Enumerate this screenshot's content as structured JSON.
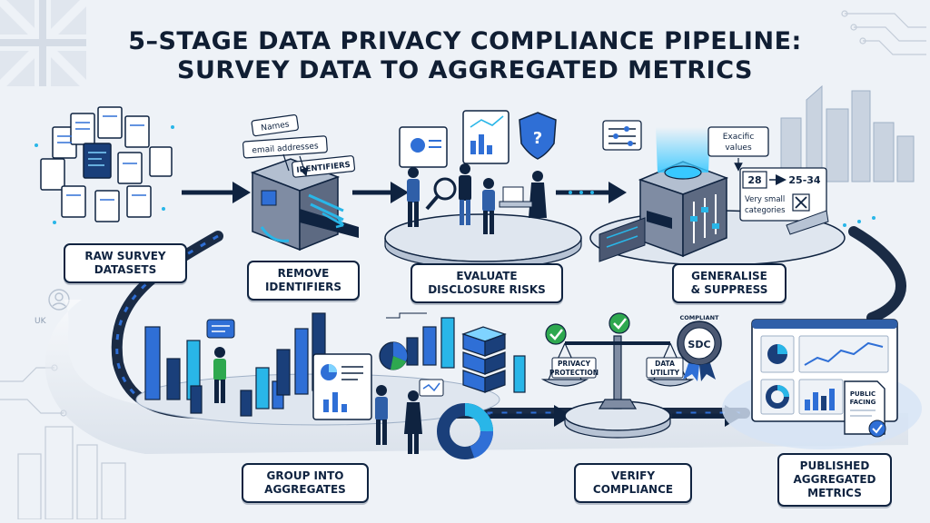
{
  "title": {
    "line1": "5–STAGE DATA PRIVACY COMPLIANCE PIPELINE:",
    "line2": "SURVEY DATA TO AGGREGATED METRICS"
  },
  "stages": [
    {
      "line1": "RAW SURVEY",
      "line2": "DATASETS"
    },
    {
      "line1": "REMOVE",
      "line2": "IDENTIFIERS"
    },
    {
      "line1": "EVALUATE",
      "line2": "DISCLOSURE RISKS"
    },
    {
      "line1": "GENERALISE",
      "line2": "& SUPPRESS"
    },
    {
      "line1": "GROUP INTO",
      "line2": "AGGREGATES"
    },
    {
      "line1": "VERIFY",
      "line2": "COMPLIANCE"
    },
    {
      "line1": "PUBLISHED",
      "line2": "AGGREGATED",
      "line3": "METRICS"
    }
  ],
  "identifier_tags": [
    "Names",
    "email addresses",
    "IDENTIFIERS"
  ],
  "generalise_card": {
    "heading_1": "Exacific",
    "heading_2": "values",
    "from_value": "28",
    "to_value": "25-34",
    "note_1": "Very small",
    "note_2": "categories"
  },
  "scale": {
    "left_1": "PRIVACY",
    "left_2": "PROTECTION",
    "right_1": "DATA",
    "right_2": "UTILITY"
  },
  "seal": {
    "top": "COMPLIANT",
    "center": "SDC"
  },
  "doc_tag": {
    "line1": "PUBLIC",
    "line2": "FACING"
  },
  "corner_text": "UK",
  "colors": {
    "navy": "#0f2340",
    "accent_blue": "#2f6fd6",
    "cyan": "#29b6e8",
    "green": "#2ea84f",
    "background": "#eef2f7"
  }
}
